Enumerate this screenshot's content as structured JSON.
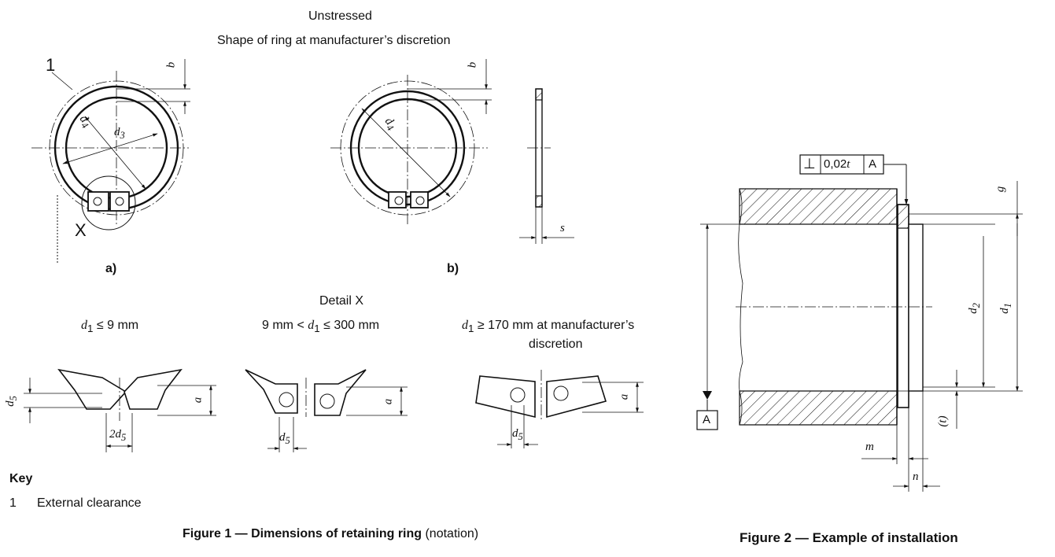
{
  "figure1": {
    "heading_unstressed": "Unstressed",
    "heading_shape": "Shape of ring at manufacturer’s discretion",
    "label_a": "a)",
    "label_b": "b)",
    "detail_title": "Detail X",
    "detail_left_prefix": "d",
    "detail_left_sub": "1",
    "detail_left_rest": " ≤ 9 mm",
    "detail_mid_pre": "9 mm < ",
    "detail_mid_var": "d",
    "detail_mid_sub": "1",
    "detail_mid_rest": " ≤ 300 mm",
    "detail_right_var": "d",
    "detail_right_sub": "1",
    "detail_right_line1": " ≥  170 mm at manufacturer’s",
    "detail_right_line2": "discretion",
    "dims": {
      "b": "b",
      "d4": "d",
      "d4_sub": "4",
      "d3": "d",
      "d3_sub": "3",
      "s": "s",
      "a": "a",
      "d5": "d",
      "d5_sub": "5",
      "two_d5": "2d",
      "two_d5_sub": "5",
      "ref_1": "1",
      "ref_X": "X"
    },
    "key_title": "Key",
    "key_items": [
      {
        "num": "1",
        "text": "External clearance"
      }
    ],
    "caption_bold": "Figure 1 — Dimensions of retaining ring",
    "caption_rest": " (notation)"
  },
  "figure2": {
    "tolerance_symbol": "⊥",
    "tolerance_value": "0,02",
    "tolerance_t": "t",
    "datum": "A",
    "datum_box": "A",
    "dims": {
      "g": "g",
      "d2": "d",
      "d2_sub": "2",
      "d1": "d",
      "d1_sub": "1",
      "t": "(t)",
      "m": "m",
      "n": "n"
    },
    "caption": "Figure 2 — Example of installation"
  }
}
